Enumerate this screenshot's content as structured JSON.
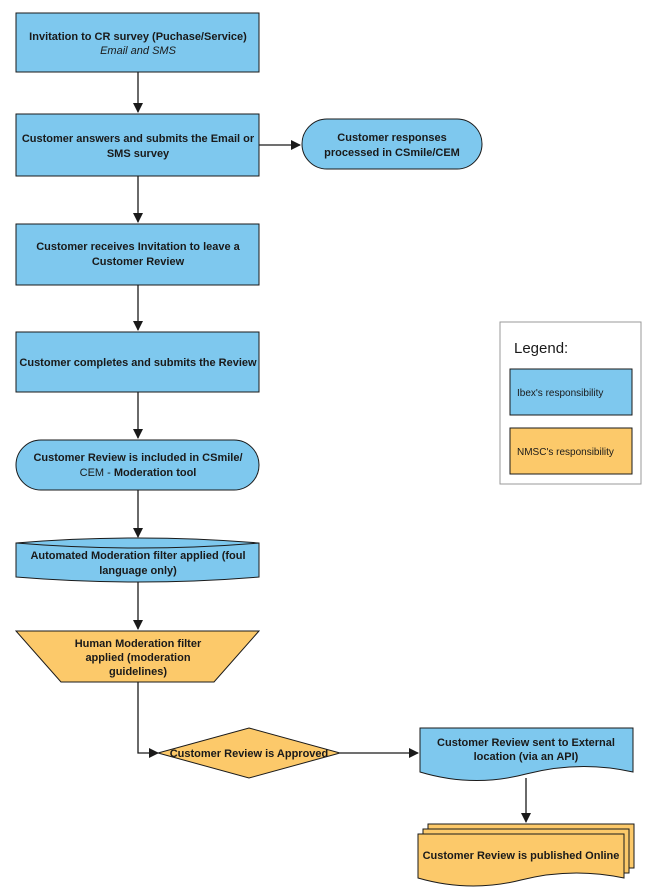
{
  "colors": {
    "ibex": "#7ec8ee",
    "nmsc": "#fcc96a",
    "stroke": "#1a1a1a"
  },
  "nodes": {
    "invitation": {
      "line1": "Invitation to CR survey (Puchase/Service)",
      "line2": "Email and SMS"
    },
    "answers": {
      "line1": "Customer answers and submits the Email or",
      "line2": "SMS survey"
    },
    "responses": {
      "line1": "Customer responses",
      "line2": "processed in CSmile/CEM"
    },
    "receives": {
      "line1": "Customer receives Invitation to leave a",
      "line2": "Customer Review"
    },
    "completes": {
      "line1": "Customer completes and submits the Review"
    },
    "included": {
      "line1": "Customer Review is included in CSmile/",
      "line2_a": "CEM - ",
      "line2_b": "Moderation tool"
    },
    "automated": {
      "line1": "Automated Moderation filter applied (foul",
      "line2": "language only)"
    },
    "human": {
      "line1": "Human Moderation filter",
      "line2": "applied (moderation",
      "line3": "guidelines)"
    },
    "approved": {
      "line1": "Customer Review is Approved"
    },
    "sent": {
      "line1": "Customer Review sent to External",
      "line2": "location (via an API)"
    },
    "published": {
      "line1": "Customer Review is published Online"
    }
  },
  "legend": {
    "title": "Legend:",
    "ibex": "Ibex's responsibility",
    "nmsc": "NMSC's responsibility"
  }
}
